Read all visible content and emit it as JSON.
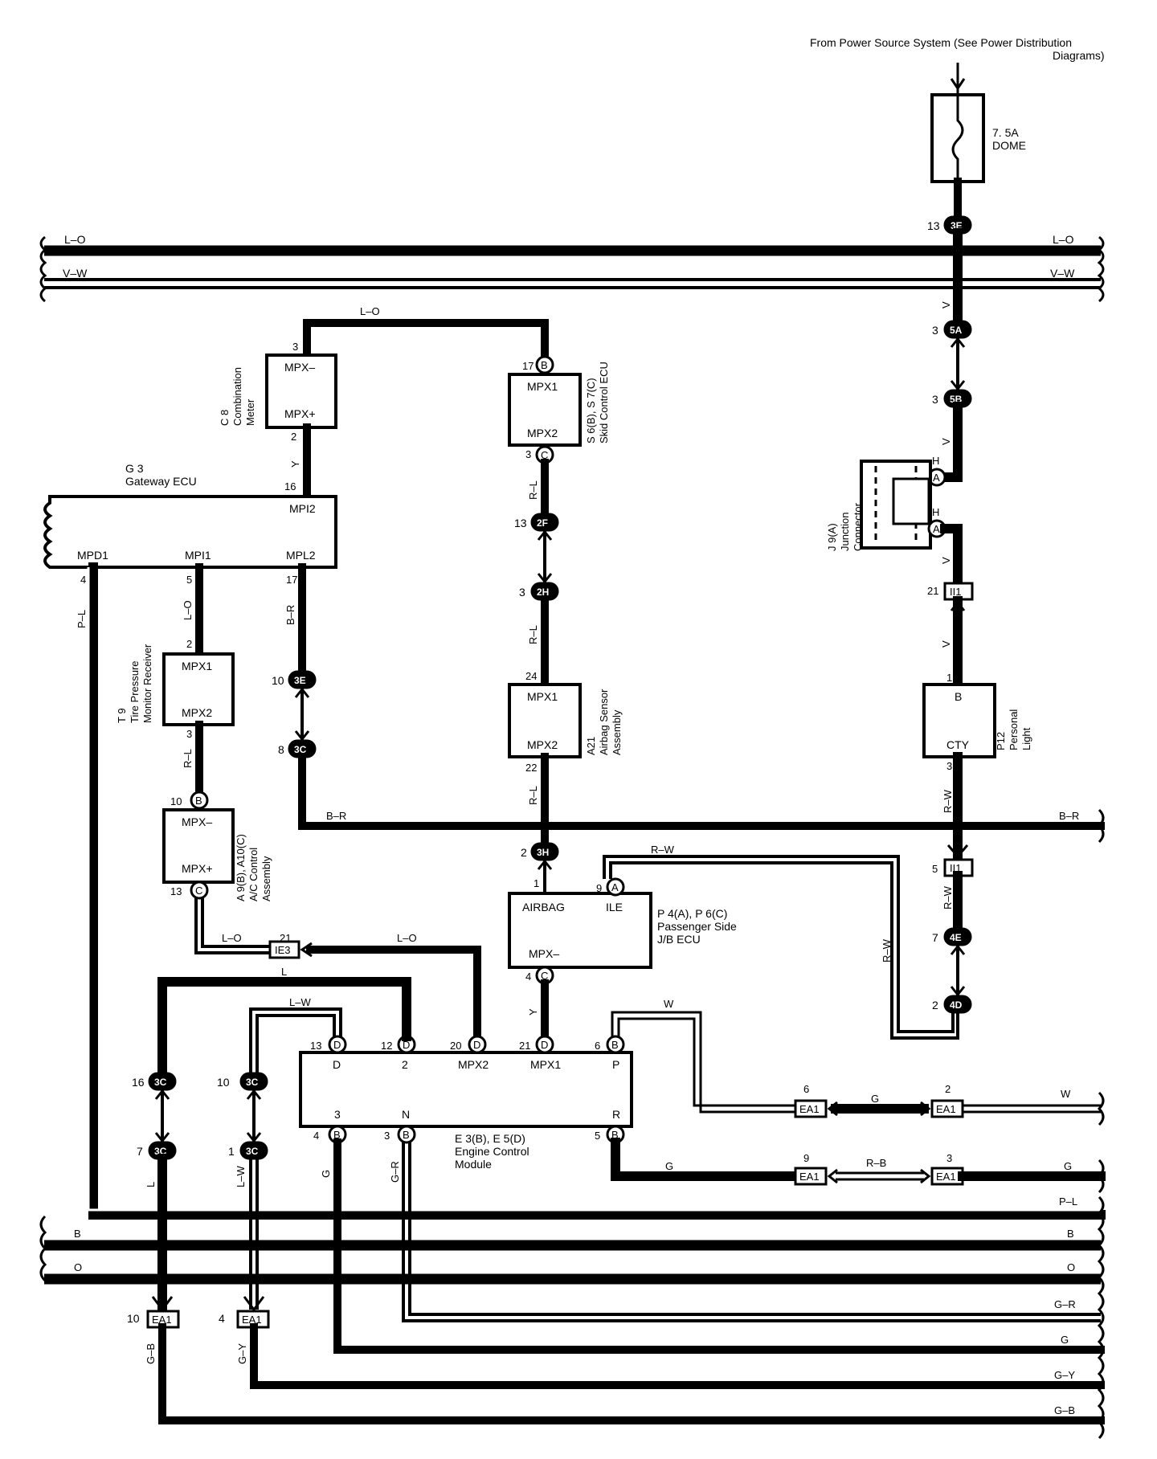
{
  "power_source": {
    "line1": "From Power Source System (See Power Distribution",
    "line2": "Diagrams)"
  },
  "fuse": {
    "rating": "7. 5A",
    "name": "DOME"
  },
  "buses": {
    "lo": "L–O",
    "vw": "V–W",
    "br": "B–R",
    "pl": "P–L",
    "b": "B",
    "o": "O",
    "gr": "G–R",
    "g": "G",
    "gy": "G–Y",
    "gb": "G–B",
    "w": "W"
  },
  "components": {
    "combination_meter": {
      "id": "C 8",
      "name1": "Combination",
      "name2": "Meter",
      "pin_top": "MPX–",
      "pin_bottom": "MPX+"
    },
    "skid_ecu": {
      "id": "S 6(B), S 7(C)",
      "name": "Skid Control ECU",
      "pin_top": "MPX1",
      "pin_bottom": "MPX2"
    },
    "gateway": {
      "id": "G 3",
      "name": "Gateway ECU",
      "mpi2": "MPI2",
      "mpd1": "MPD1",
      "mpi1": "MPI1",
      "mpl2": "MPL2"
    },
    "tire_pressure": {
      "id": "T 9",
      "name1": "Tire Pressure",
      "name2": "Monitor Receiver",
      "pin_top": "MPX1",
      "pin_bottom": "MPX2"
    },
    "ac_control": {
      "id": "A 9(B), A10(C)",
      "name1": "A/C Control",
      "name2": "Assembly",
      "pin_top": "MPX–",
      "pin_bottom": "MPX+"
    },
    "airbag": {
      "id": "A21",
      "name1": "Airbag Sensor",
      "name2": "Assembly",
      "pin_top": "MPX1",
      "pin_bottom": "MPX2"
    },
    "junction": {
      "id": "J 9(A)",
      "name1": "Junction",
      "name2": "Connector"
    },
    "personal_light": {
      "id": "P12",
      "name1": "Personal",
      "name2": "Light",
      "pin_top": "B",
      "pin_bottom": "CTY"
    },
    "passenger_jb": {
      "id": "P 4(A), P 6(C)",
      "name1": "Passenger Side",
      "name2": "J/B ECU",
      "airbag": "AIRBAG",
      "ile": "ILE",
      "mpx": "MPX–"
    },
    "ecm": {
      "id": "E 3(B), E 5(D)",
      "name1": "Engine Control",
      "name2": "Module",
      "top_pins": [
        "D",
        "2",
        "MPX2",
        "MPX1",
        "P"
      ],
      "bottom_pins": [
        "3",
        "N",
        "R"
      ]
    }
  },
  "connectors": {
    "c3E_top": "3E",
    "c5A": "5A",
    "c5B": "5B",
    "cB17": "B",
    "cC3": "C",
    "c2F": "2F",
    "c2H": "2H",
    "cA_h1": "A",
    "cA_h2": "A",
    "cII1a": "II1",
    "cII1b": "II1",
    "c3E_mid": "3E",
    "c3C_mid": "3C",
    "cB10": "B",
    "cC13": "C",
    "c3H": "3H",
    "cA9": "A",
    "cIE3": "IE3",
    "cC4": "C",
    "c4E": "4E",
    "c4D": "4D",
    "cD13": "D",
    "cD12": "D",
    "cD20": "D",
    "cD21": "D",
    "cB6": "B",
    "c3C16": "3C",
    "c3C10": "3C",
    "c3C7": "3C",
    "c3C1": "3C",
    "cB4": "B",
    "cB3": "B",
    "cB5": "B",
    "ea1": "EA1"
  },
  "pin_numbers": {
    "p13": "13",
    "p3": "3",
    "p17": "17",
    "p16": "16",
    "p2": "2",
    "p4": "4",
    "p5": "5",
    "p10": "10",
    "p8": "8",
    "p24": "24",
    "p22": "22",
    "p21": "21",
    "p1": "1",
    "p9": "9",
    "p7": "7",
    "p12": "12",
    "p20": "20",
    "p6": "6",
    "p31": "3",
    "p11": "1"
  },
  "wire_labels": {
    "v": "V",
    "y": "Y",
    "rl": "R–L",
    "lo": "L–O",
    "br": "B–R",
    "rw": "R–W",
    "l": "L",
    "lw": "L–W",
    "w": "W",
    "g": "G",
    "rb": "R–B",
    "gr": "G–R",
    "gb": "G–B",
    "gy": "G–Y",
    "h": "H",
    "pl": "P–L"
  }
}
